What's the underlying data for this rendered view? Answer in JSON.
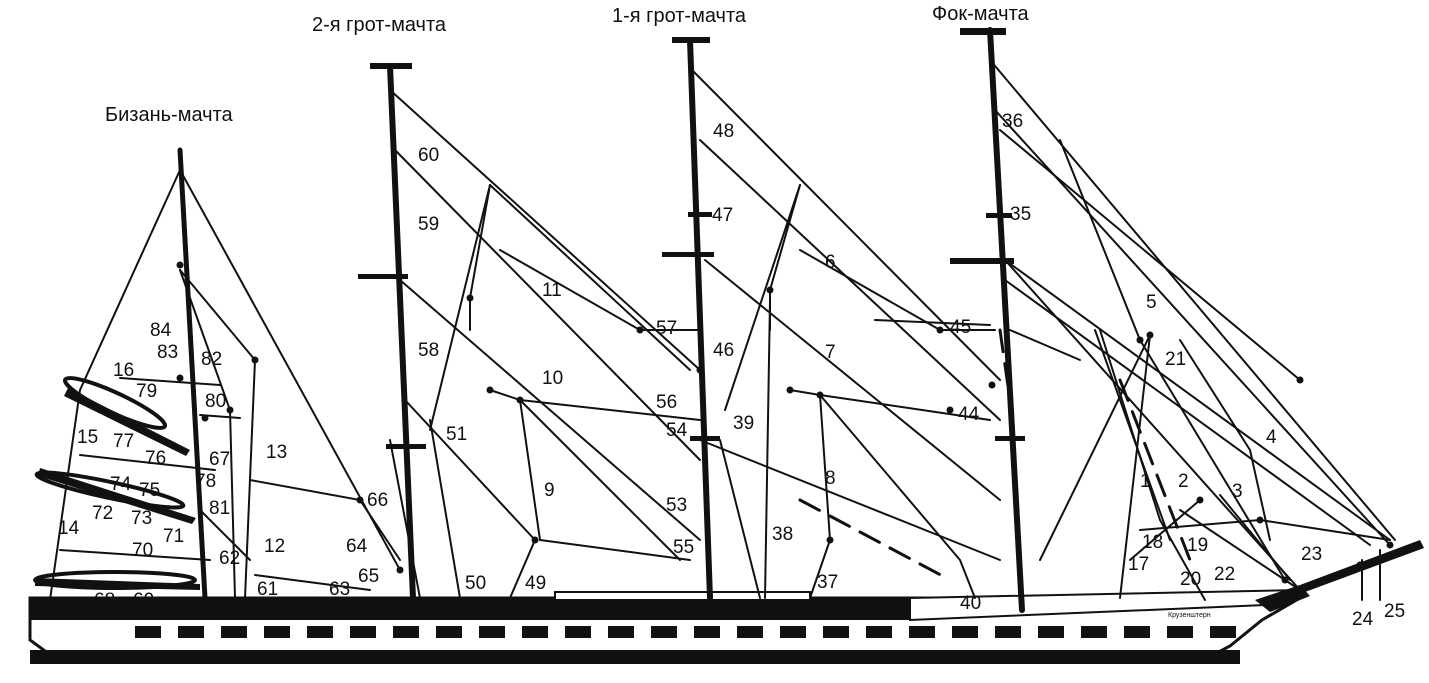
{
  "diagram": {
    "mast_labels": {
      "mizzen": "Бизань-мачта",
      "main2": "2-я грот-мачта",
      "main1": "1-я грот-мачта",
      "fore": "Фок-мачта"
    },
    "hull_name": "Крузенштерн",
    "numbers": [
      "1",
      "2",
      "3",
      "4",
      "5",
      "6",
      "7",
      "8",
      "9",
      "10",
      "11",
      "12",
      "13",
      "14",
      "15",
      "16",
      "17",
      "18",
      "19",
      "20",
      "21",
      "22",
      "23",
      "24",
      "25",
      "35",
      "36",
      "37",
      "38",
      "39",
      "40",
      "44",
      "45",
      "46",
      "47",
      "48",
      "49",
      "50",
      "51",
      "53",
      "54",
      "55",
      "56",
      "57",
      "58",
      "59",
      "60",
      "61",
      "62",
      "63",
      "64",
      "65",
      "66",
      "67",
      "68",
      "69",
      "70",
      "71",
      "72",
      "73",
      "74",
      "75",
      "76",
      "77",
      "78",
      "79",
      "80",
      "81",
      "82",
      "83",
      "84"
    ]
  }
}
